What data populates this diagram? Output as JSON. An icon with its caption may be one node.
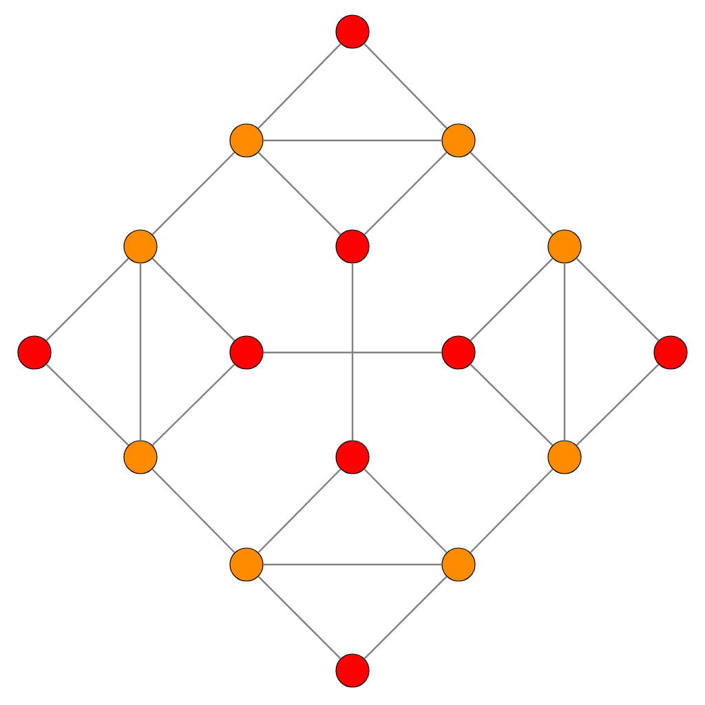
{
  "diagram": {
    "nodes": [
      {
        "text": [],
        "shape": "circle"
      },
      {
        "text": [],
        "shape": "circle"
      },
      {
        "text": [],
        "shape": "circle"
      },
      {
        "text": [],
        "shape": "circle"
      },
      {
        "text": [],
        "shape": "circle"
      },
      {
        "text": [],
        "shape": "circle"
      },
      {
        "text": [],
        "shape": "circle"
      },
      {
        "text": [],
        "shape": "circle"
      },
      {
        "text": [],
        "shape": "circle"
      },
      {
        "text": [],
        "shape": "circle"
      },
      {
        "text": [],
        "shape": "circle"
      },
      {
        "text": [],
        "shape": "circle"
      },
      {
        "text": [],
        "shape": "circle"
      },
      {
        "text": [],
        "shape": "circle"
      },
      {
        "text": [],
        "shape": "circle"
      },
      {
        "text": [],
        "shape": "circle"
      }
    ],
    "edges": [
      {
        "from": 0,
        "to": 1,
        "arrow": "none"
      },
      {
        "from": 0,
        "to": 2,
        "arrow": "none"
      },
      {
        "from": 1,
        "to": 2,
        "arrow": "none"
      },
      {
        "from": 1,
        "to": 4,
        "arrow": "none"
      },
      {
        "from": 2,
        "to": 4,
        "arrow": "none"
      },
      {
        "from": 1,
        "to": 3,
        "arrow": "none"
      },
      {
        "from": 2,
        "to": 5,
        "arrow": "none"
      },
      {
        "from": 3,
        "to": 6,
        "arrow": "none"
      },
      {
        "from": 3,
        "to": 7,
        "arrow": "none"
      },
      {
        "from": 3,
        "to": 10,
        "arrow": "none"
      },
      {
        "from": 6,
        "to": 10,
        "arrow": "none"
      },
      {
        "from": 7,
        "to": 10,
        "arrow": "none"
      },
      {
        "from": 5,
        "to": 8,
        "arrow": "none"
      },
      {
        "from": 5,
        "to": 9,
        "arrow": "none"
      },
      {
        "from": 5,
        "to": 12,
        "arrow": "none"
      },
      {
        "from": 9,
        "to": 12,
        "arrow": "none"
      },
      {
        "from": 8,
        "to": 12,
        "arrow": "none"
      },
      {
        "from": 7,
        "to": 8,
        "arrow": "none"
      },
      {
        "from": 4,
        "to": 11,
        "arrow": "none"
      },
      {
        "from": 10,
        "to": 13,
        "arrow": "none"
      },
      {
        "from": 12,
        "to": 14,
        "arrow": "none"
      },
      {
        "from": 13,
        "to": 11,
        "arrow": "none"
      },
      {
        "from": 14,
        "to": 11,
        "arrow": "none"
      },
      {
        "from": 13,
        "to": 14,
        "arrow": "none"
      },
      {
        "from": 13,
        "to": 15,
        "arrow": "none"
      },
      {
        "from": 14,
        "to": 15,
        "arrow": "none"
      }
    ]
  }
}
